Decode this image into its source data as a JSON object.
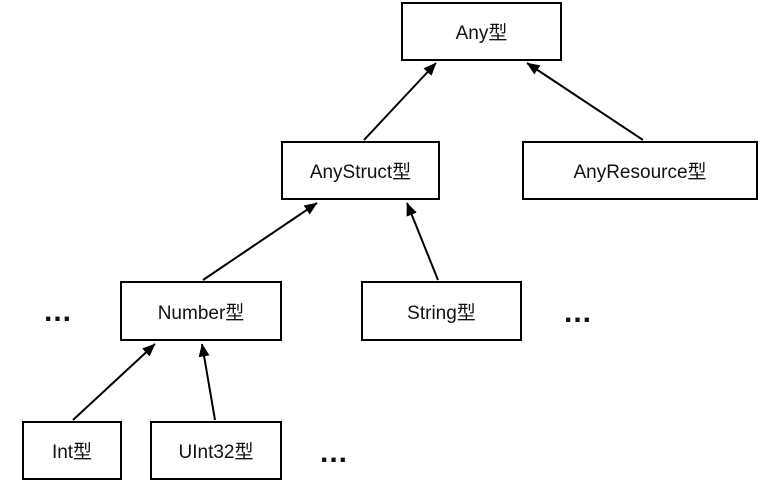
{
  "diagram": {
    "description": "type-hierarchy-diagram",
    "background_color": "#ffffff",
    "line_color": "#000000",
    "nodes": {
      "any": {
        "label": "Any型"
      },
      "anystruct": {
        "label": "AnyStruct型"
      },
      "anyresource": {
        "label": "AnyResource型"
      },
      "number": {
        "label": "Number型"
      },
      "string": {
        "label": "String型"
      },
      "int": {
        "label": "Int型"
      },
      "uint32": {
        "label": "UInt32型"
      }
    },
    "ellipses": {
      "left": "...",
      "right": "...",
      "bottom": "..."
    },
    "edges": [
      {
        "from": "AnyStruct型",
        "to": "Any型"
      },
      {
        "from": "AnyResource型",
        "to": "Any型"
      },
      {
        "from": "Number型",
        "to": "AnyStruct型"
      },
      {
        "from": "String型",
        "to": "AnyStruct型"
      },
      {
        "from": "Int型",
        "to": "Number型"
      },
      {
        "from": "UInt32型",
        "to": "Number型"
      }
    ]
  }
}
